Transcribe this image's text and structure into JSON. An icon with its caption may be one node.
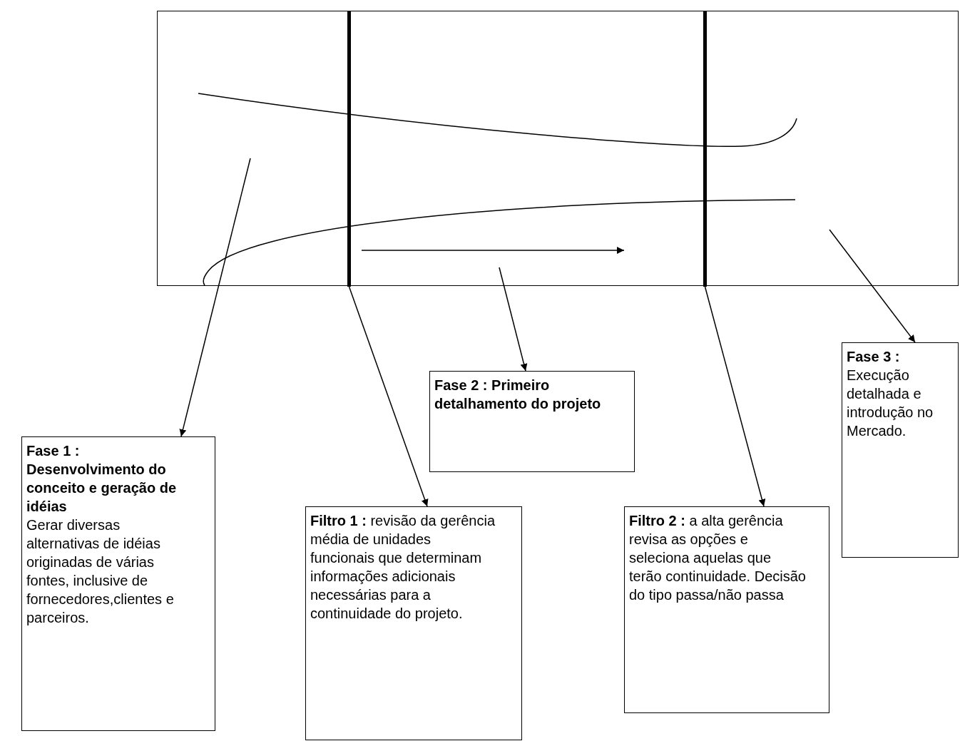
{
  "diagram": {
    "nodes": [
      {
        "text": [],
        "shape": "box"
      },
      {
        "text": [],
        "shape": "bar",
        "in": 0
      },
      {
        "text": [],
        "shape": "bar",
        "in": 0
      },
      {
        "text": [
          "Fase 1 : Desenvolvimento do conceito e geração de idéias",
          "Gerar diversas alternativas de idéias originadas de várias fontes, inclusive de fornecedores,clientes e parceiros."
        ]
      },
      {
        "text": [
          "**Filtro 1 :** revisão da gerência média de unidades funcionais que determinam informações adicionais necessárias para a continuidade do projeto."
        ]
      },
      {
        "text": [
          "Fase 2 : Primeiro detalhamento do projeto"
        ]
      },
      {
        "text": [
          "**Filtro 2 :** a alta gerência revisa as opções e seleciona aquelas que terão continuidade. Decisão do tipo passa/não passa"
        ]
      },
      {
        "text": [
          "Fase 3 :",
          "Execução detalhada e introdução no Mercado."
        ]
      }
    ],
    "edges": [
      {
        "from": null,
        "to": 3,
        "arrow": "to"
      },
      {
        "from": 1,
        "to": 4,
        "arrow": "to"
      },
      {
        "from": null,
        "to": 5,
        "arrow": "to"
      },
      {
        "from": 2,
        "to": 6,
        "arrow": "to"
      },
      {
        "from": null,
        "to": 7,
        "arrow": "to"
      }
    ]
  }
}
